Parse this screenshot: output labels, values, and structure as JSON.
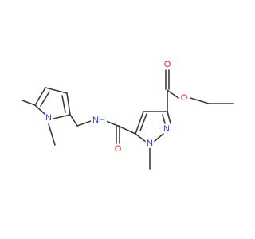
{
  "molecule": {
    "atoms": [
      {
        "id": "o_carbonyl_ester",
        "symbol": "O",
        "color": "#e8251f"
      },
      {
        "id": "o_ester",
        "symbol": "O",
        "color": "#e8251f"
      },
      {
        "id": "n_pyrazole_2",
        "symbol": "N",
        "color": "#2a3bd6"
      },
      {
        "id": "n_pyrazole_1",
        "symbol": "N",
        "color": "#2a3bd6"
      },
      {
        "id": "n_amide",
        "symbol": "NH",
        "color": "#2a3bd6"
      },
      {
        "id": "n_pyrrole",
        "symbol": "N",
        "color": "#2a3bd6"
      },
      {
        "id": "o_amide",
        "symbol": "O",
        "color": "#e8251f"
      }
    ],
    "bond_color": "#3a3a3a"
  }
}
